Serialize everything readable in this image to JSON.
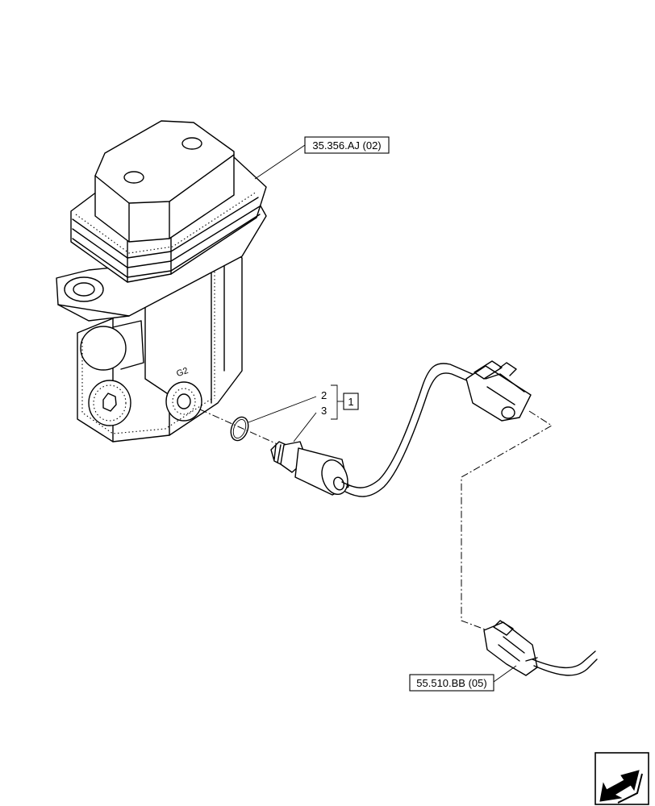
{
  "references": {
    "upper_ref": "35.356.AJ (02)",
    "lower_ref": "55.510.BB (05)"
  },
  "item_numbers": {
    "oring": "2",
    "sensor": "3",
    "group": "1"
  },
  "port_marking": "G2",
  "icons": {
    "nav": "arrow-down-left-icon"
  }
}
